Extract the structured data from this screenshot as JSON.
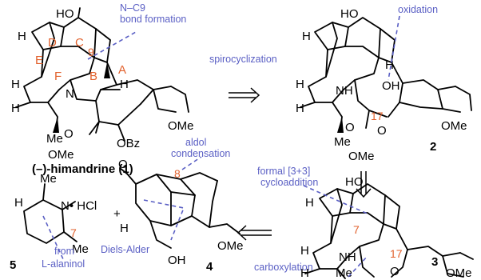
{
  "compounds": {
    "c1": {
      "name": "(–)-himandrine (1)"
    },
    "c2": {
      "number": "2"
    },
    "c3": {
      "number": "3"
    },
    "c4": {
      "number": "4"
    },
    "c5": {
      "number": "5"
    }
  },
  "labels": {
    "HO": "HO",
    "H": "H",
    "N": "N",
    "NH": "NH",
    "OH": "OH",
    "O": "O",
    "Me": "Me",
    "OMe": "OMe",
    "OBz": "OBz",
    "HCl": "N• HCl",
    "plus": "+"
  },
  "rings": {
    "A": "A",
    "B": "B",
    "C": "C",
    "D": "D",
    "E": "E",
    "F": "F"
  },
  "numbers": {
    "n9": "9",
    "n17": "17",
    "n7": "7",
    "n8": "8"
  },
  "annotations": {
    "n_c9_line1": "N–C9",
    "n_c9_line2": "bond formation",
    "spirocyclization": "spirocyclization",
    "oxidation": "oxidation",
    "formal_line1": "formal [3+3]",
    "formal_line2": "cycloaddition",
    "aldol_line1": "aldol",
    "aldol_line2": "condensation",
    "diels_alder": "Diels-Alder",
    "carboxylation": "carboxylation",
    "from_line1": "from",
    "from_line2": "L-alaninol"
  },
  "colors": {
    "ring_label": "#e2622e",
    "annotation": "#5a5fc4"
  }
}
